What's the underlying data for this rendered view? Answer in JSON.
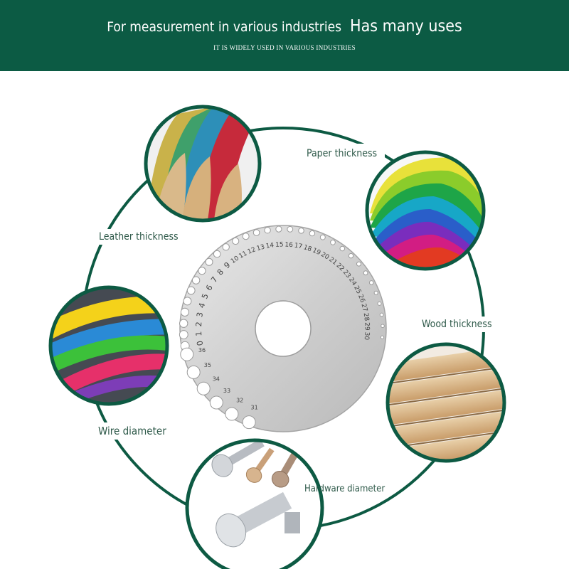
{
  "header": {
    "title_main": "For measurement in various industries",
    "title_emphasis": "Has many uses",
    "subtitle": "IT IS WIDELY USED IN VARIOUS INDUSTRIES"
  },
  "uses": {
    "paper": "Paper thickness",
    "leather": "Leather thickness",
    "wood": "Wood thickness",
    "wire": "Wire diameter",
    "hardware": "Hardware diameter"
  },
  "gauge": {
    "inner_numbers": [
      "0",
      "1",
      "2",
      "3",
      "4",
      "5",
      "6",
      "7",
      "8",
      "9",
      "10",
      "11",
      "12",
      "13",
      "14",
      "15",
      "16",
      "17",
      "18",
      "19",
      "20",
      "21",
      "22",
      "23",
      "24",
      "25",
      "26",
      "27",
      "28",
      "29",
      "30"
    ],
    "slot_numbers": [
      "31",
      "32",
      "33",
      "34",
      "35",
      "36"
    ]
  },
  "colors": {
    "brand_green": "#0c5b44",
    "label_green": "#2f5a4a",
    "ring_green": "#0d5a43"
  }
}
